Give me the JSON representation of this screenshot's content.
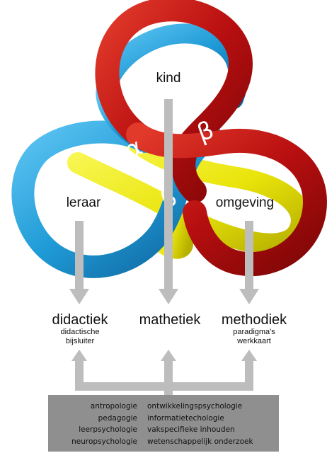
{
  "diagram": {
    "nodes": {
      "top": "kind",
      "left": "leraar",
      "right": "omgeving"
    },
    "crossing_symbols": [
      "α",
      "β",
      "β"
    ],
    "colors": {
      "top_loop": "#b80f10",
      "left_loop": "#1f9ad6",
      "center_band": "#f2f010",
      "arrow": "#bdbdbd",
      "box": "#8f8f8f"
    },
    "disciplines": [
      {
        "name": "didactiek",
        "sub": [
          "didactische",
          "bijsluiter"
        ]
      },
      {
        "name": "mathetiek",
        "sub": []
      },
      {
        "name": "methodiek",
        "sub": [
          "paradigma's",
          "werkkaart"
        ]
      }
    ],
    "sciences": {
      "left": [
        "antropologie",
        "pedagogie",
        "leerpsychologie",
        "neuropsychologie"
      ],
      "right": [
        "ontwikkelingspsychologie",
        "informatietechologie",
        "vakspecifieke inhouden",
        "wetenschappelijk onderzoek"
      ]
    }
  }
}
